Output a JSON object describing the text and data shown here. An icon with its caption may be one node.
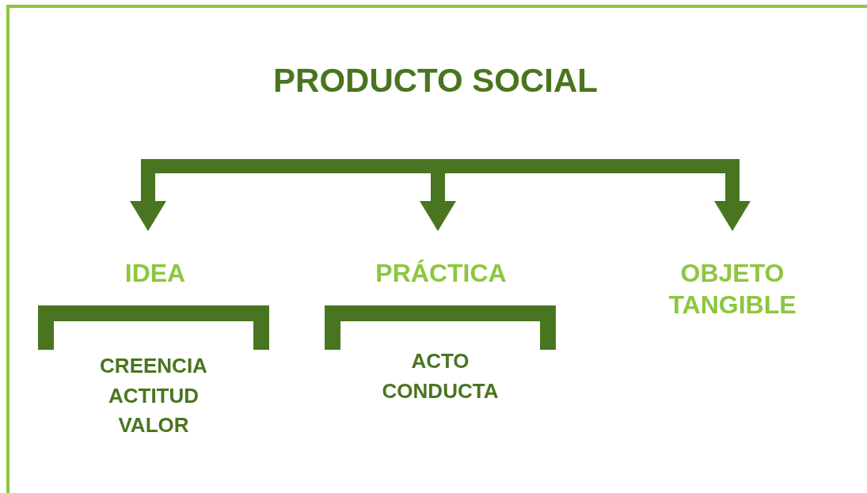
{
  "diagram": {
    "title": "PRODUCTO SOCIAL",
    "nodes": [
      {
        "text": [
          "IDEA"
        ]
      },
      {
        "text": [
          "PRÁCTICA"
        ]
      },
      {
        "text": [
          "OBJETO TANGIBLE"
        ]
      },
      {
        "text": [
          "CREENCIA",
          "ACTITUD",
          "VALOR"
        ]
      },
      {
        "text": [
          "ACTO",
          "CONDUCTA"
        ]
      }
    ],
    "edges": [
      {
        "from": null,
        "to": 0,
        "arrow": "to"
      },
      {
        "from": null,
        "to": 1,
        "arrow": "to"
      },
      {
        "from": null,
        "to": 2,
        "arrow": "to"
      }
    ]
  }
}
